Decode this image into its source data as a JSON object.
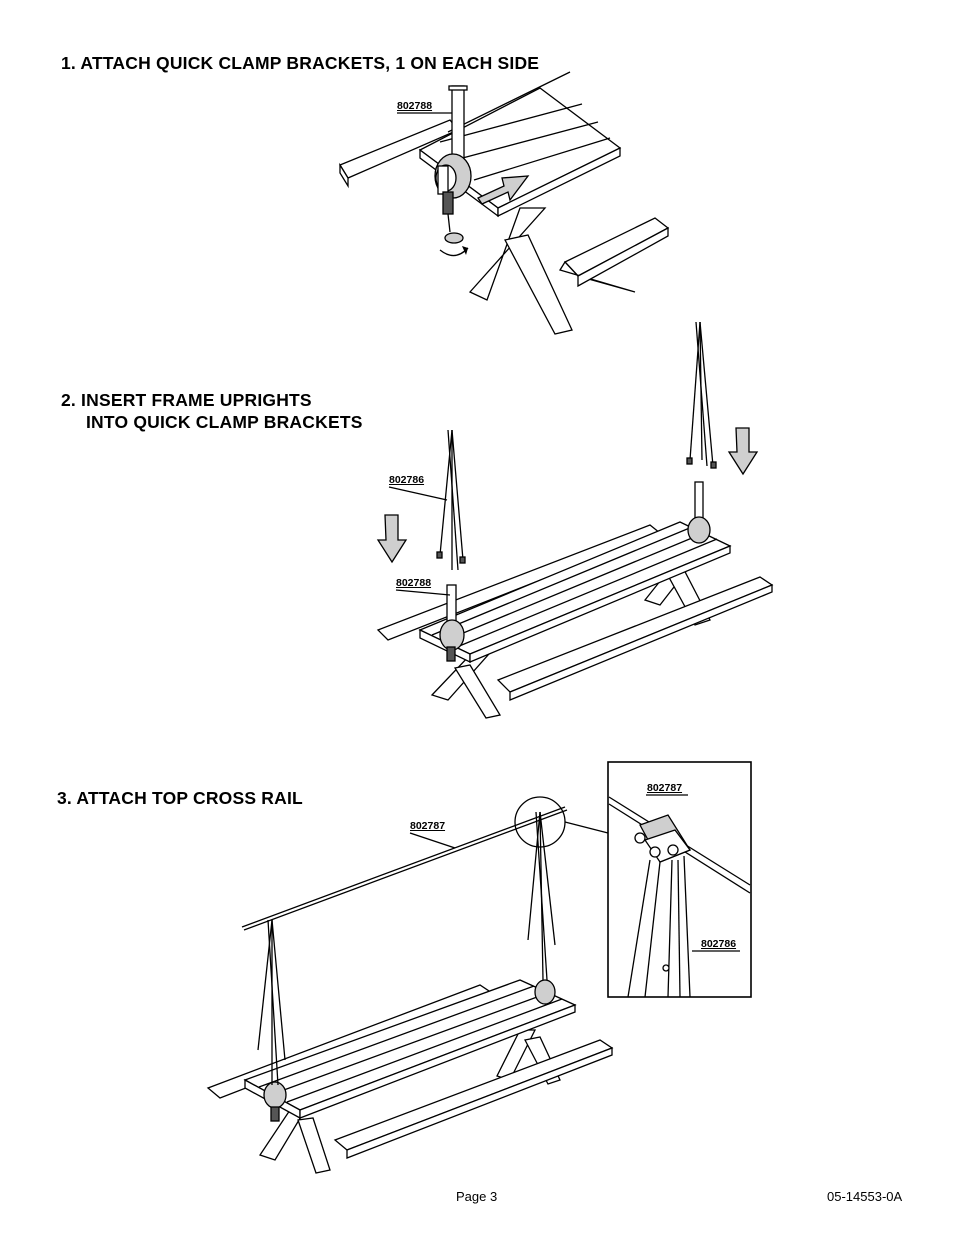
{
  "steps": [
    {
      "title": "1. ATTACH QUICK CLAMP BRACKETS, 1 ON EACH SIDE"
    },
    {
      "title_line1": "2. INSERT FRAME UPRIGHTS",
      "title_line2": "INTO QUICK CLAMP BRACKETS"
    },
    {
      "title": "3. ATTACH TOP CROSS RAIL"
    }
  ],
  "parts": {
    "step1_bracket": "802788",
    "step2_upright": "802786",
    "step2_bracket": "802788",
    "step3_rail": "802787",
    "detail_rail": "802787",
    "detail_upright": "802786"
  },
  "footer": {
    "page": "Page 3",
    "doc_number": "05-14553-0A"
  }
}
